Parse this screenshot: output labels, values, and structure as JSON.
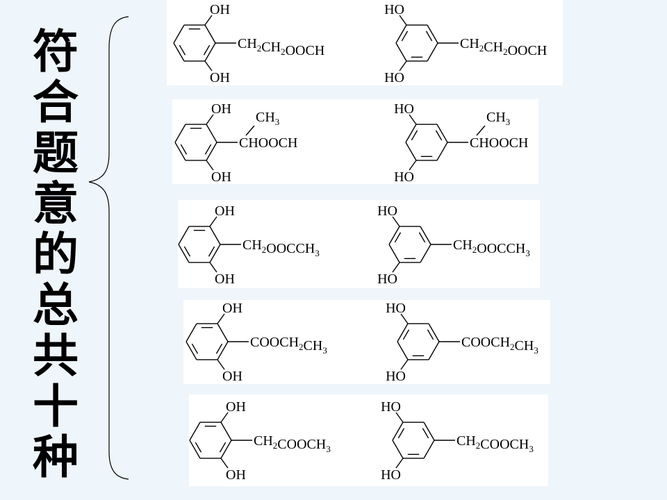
{
  "title_chars": [
    "符",
    "合",
    "题",
    "意",
    "的",
    "总",
    "共",
    "十",
    "种"
  ],
  "rows": [
    {
      "ortho": {
        "top": "OH",
        "bottom": "OH",
        "sub": [
          [
            "CH",
            ""
          ],
          [
            "2",
            "s"
          ],
          [
            "CH",
            ""
          ],
          [
            "2",
            "s"
          ],
          [
            "OOCH",
            ""
          ]
        ]
      },
      "meta": {
        "top": "HO",
        "bottom": "HO",
        "sub": [
          [
            "CH",
            ""
          ],
          [
            "2",
            "s"
          ],
          [
            "CH",
            ""
          ],
          [
            "2",
            "s"
          ],
          [
            "OOCH",
            ""
          ]
        ]
      }
    },
    {
      "ortho": {
        "top": "OH",
        "bottom": "OH",
        "branch": [
          [
            "CH",
            ""
          ],
          [
            "3",
            "s"
          ]
        ],
        "sub": [
          [
            "CHOOCH",
            ""
          ]
        ]
      },
      "meta": {
        "top": "HO",
        "bottom": "HO",
        "branch": [
          [
            "CH",
            ""
          ],
          [
            "3",
            "s"
          ]
        ],
        "sub": [
          [
            "CHOOCH",
            ""
          ]
        ]
      }
    },
    {
      "ortho": {
        "top": "OH",
        "bottom": "OH",
        "sub": [
          [
            "CH",
            ""
          ],
          [
            "2",
            "s"
          ],
          [
            "OOCCH",
            ""
          ],
          [
            "3",
            "s"
          ]
        ]
      },
      "meta": {
        "top": "HO",
        "bottom": "HO",
        "sub": [
          [
            "CH",
            ""
          ],
          [
            "2",
            "s"
          ],
          [
            "OOCCH",
            ""
          ],
          [
            "3",
            "s"
          ]
        ]
      }
    },
    {
      "ortho": {
        "top": "OH",
        "bottom": "OH",
        "sub": [
          [
            "COOCH",
            ""
          ],
          [
            "2",
            "s"
          ],
          [
            "CH",
            ""
          ],
          [
            "3",
            "s"
          ]
        ]
      },
      "meta": {
        "top": "HO",
        "bottom": "HO",
        "sub": [
          [
            "COOCH",
            ""
          ],
          [
            "2",
            "s"
          ],
          [
            "CH",
            ""
          ],
          [
            "3",
            "s"
          ]
        ]
      }
    },
    {
      "ortho": {
        "top": "OH",
        "bottom": "OH",
        "sub": [
          [
            "CH",
            ""
          ],
          [
            "2",
            "s"
          ],
          [
            "COOCH",
            ""
          ],
          [
            "3",
            "s"
          ]
        ]
      },
      "meta": {
        "top": "HO",
        "bottom": "HO",
        "sub": [
          [
            "CH",
            ""
          ],
          [
            "2",
            "s"
          ],
          [
            "COOCH",
            ""
          ],
          [
            "3",
            "s"
          ]
        ]
      }
    }
  ]
}
